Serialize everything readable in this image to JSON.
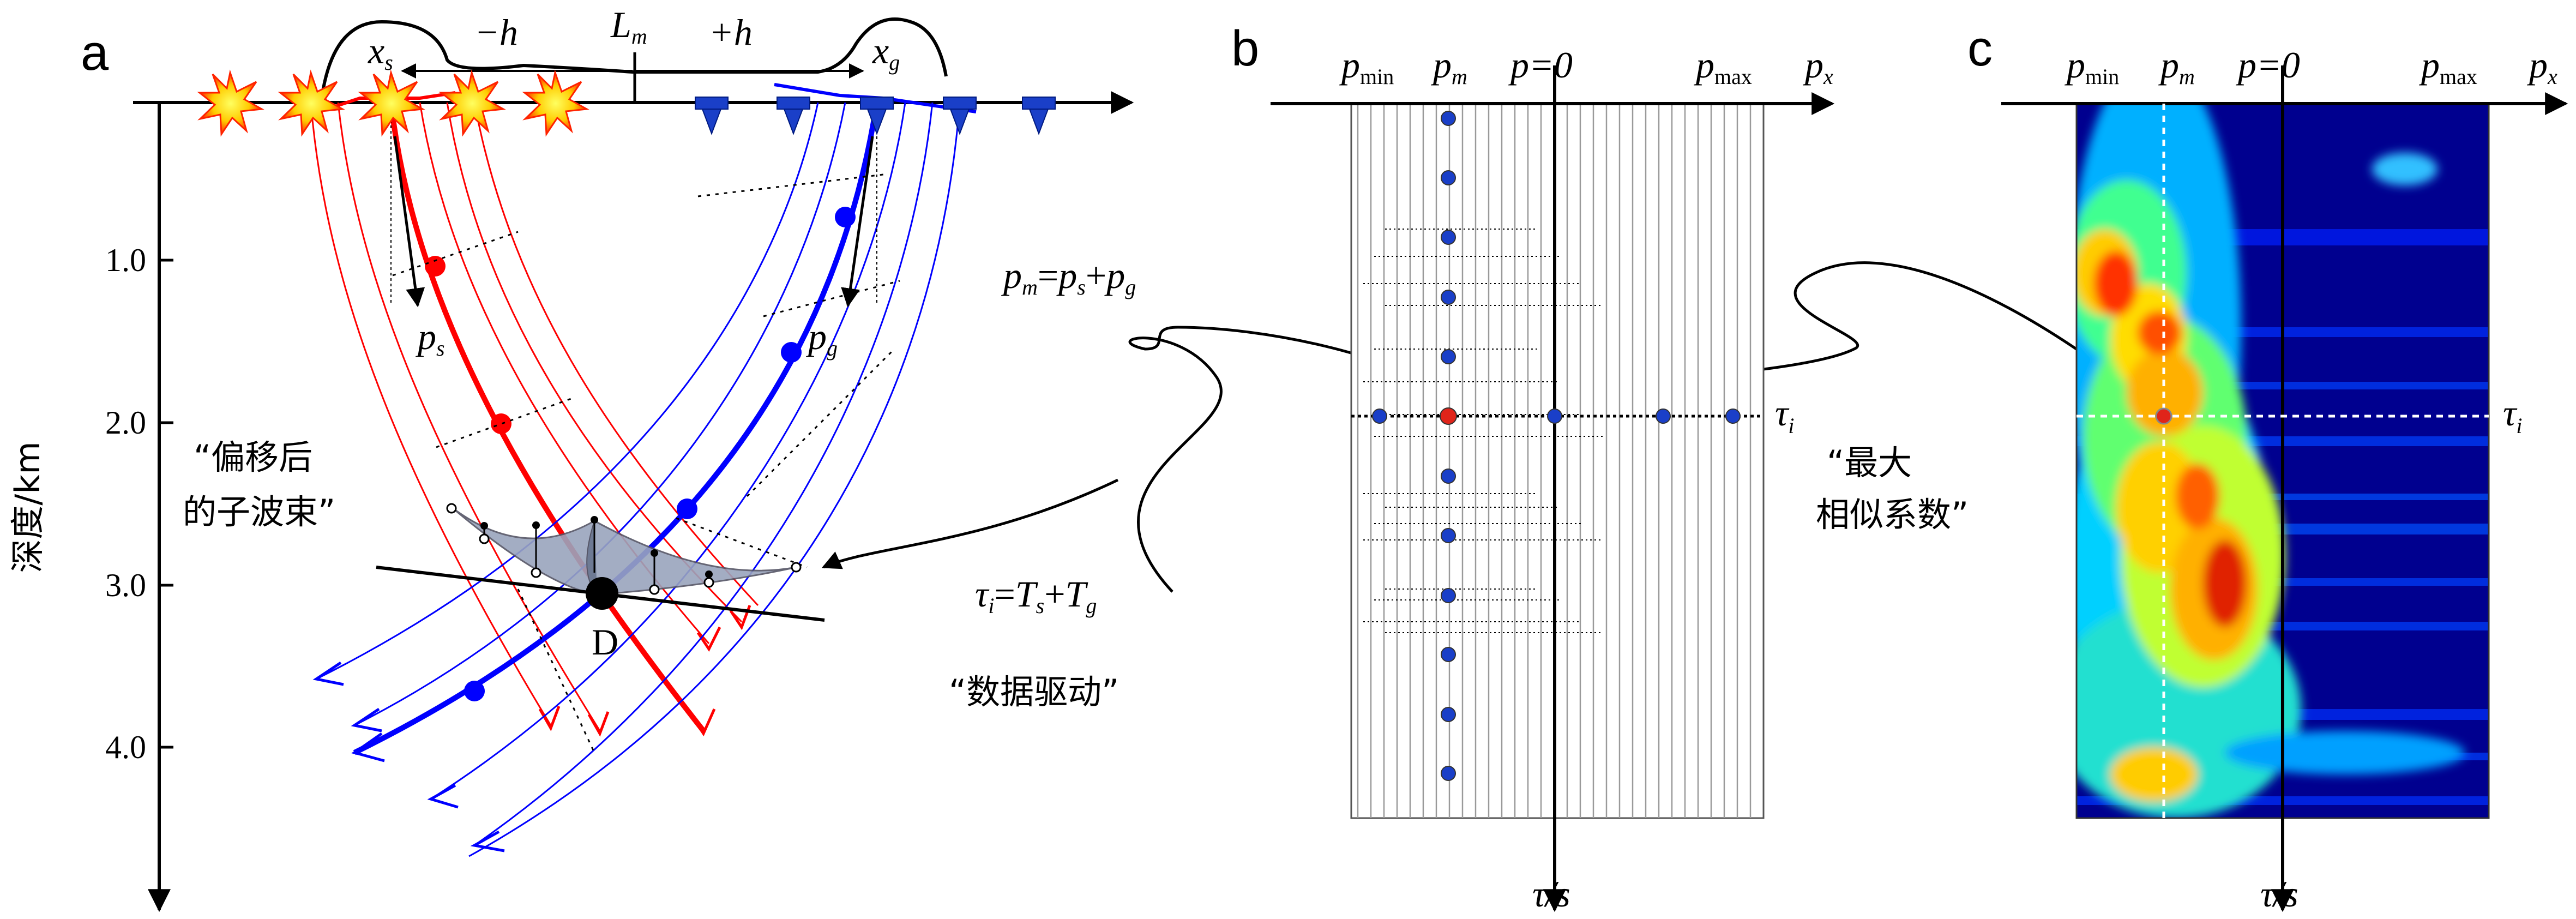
{
  "panels": {
    "a": {
      "label": "a",
      "x_s": "x",
      "x_s_sub": "s",
      "minus_h": "−h",
      "plus_h": "+h",
      "L_m": "L",
      "L_m_sub": "m",
      "x_g": "x",
      "x_g_sub": "g",
      "p_s": "p",
      "p_s_sub": "s",
      "p_g": "p",
      "p_g_sub": "g",
      "D": "D",
      "ylabel": "深度/km",
      "yticks": [
        "1.0",
        "2.0",
        "3.0",
        "4.0"
      ],
      "beamlet_label_line1": "“偏移后",
      "beamlet_label_line2": "的子波束”"
    },
    "b": {
      "label": "b",
      "pmin": "p",
      "pmin_sub": "min",
      "pm": "p",
      "pm_sub": "m",
      "p0": "p=0",
      "pmax": "p",
      "pmax_sub": "max",
      "px": "p",
      "px_sub": "x",
      "tau_i": "τ",
      "tau_i_sub": "i",
      "tau_axis": "τ/s"
    },
    "c": {
      "label": "c",
      "pmin": "p",
      "pmin_sub": "min",
      "pm": "p",
      "pm_sub": "m",
      "p0": "p=0",
      "pmax": "p",
      "pmax_sub": "max",
      "px": "p",
      "px_sub": "x",
      "tau_i": "τ",
      "tau_i_sub": "i",
      "tau_axis": "τ/s",
      "label_line1": "“最大",
      "label_line2": "相似系数”"
    }
  },
  "equations": {
    "pm_eq": {
      "p": "p",
      "m": "m",
      "eq": "=",
      "ps": "p",
      "s": "s",
      "plus": "+",
      "pg": "p",
      "g": "g"
    },
    "tau_eq": {
      "tau": "τ",
      "i": "i",
      "eq": "=",
      "T1": "T",
      "s": "s",
      "plus": "+",
      "T2": "T",
      "g": "g"
    },
    "data_driven": "“数据驱动”"
  },
  "colors": {
    "source_rays": "#ff0000",
    "receiver_rays": "#0000ff",
    "beamlet_fill": "#9aa5bd",
    "heat_background": "#00008f"
  },
  "icons": {
    "source": "explosion-star-icon",
    "receiver": "geophone-icon"
  }
}
